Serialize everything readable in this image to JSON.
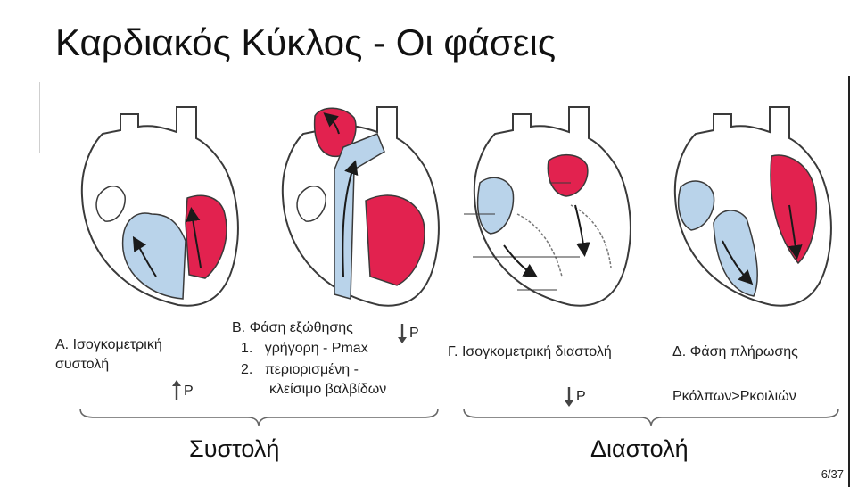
{
  "slide": {
    "title": "Καρδιακός Κύκλος - Οι φάσεις",
    "page_number": "6/37"
  },
  "phases": {
    "a": {
      "label_line1": "Α. Ισογκομετρική",
      "label_line2": "συστολή",
      "pressure": "P",
      "pressure_direction": "up"
    },
    "b": {
      "label": "Β. Φάση εξώθησης",
      "pressure": "P",
      "pressure_direction": "down",
      "steps": [
        {
          "num": "1.",
          "text": "γρήγορη - Pmax"
        },
        {
          "num": "2.",
          "text": "περιορισμένη -"
        }
      ],
      "step2_cont": "κλείσιμο βαλβίδων"
    },
    "c": {
      "label": "Γ. Ισογκομετρική διαστολή",
      "pressure": "P",
      "pressure_direction": "down"
    },
    "d": {
      "label": "Δ. Φάση πλήρωσης",
      "note": "Ρκόλπων>Ρκοιλιών"
    }
  },
  "groups": {
    "systole": "Συστολή",
    "diastole": "Διαστολή"
  },
  "colors": {
    "oxygenated": "#e2224f",
    "deoxygenated": "#b9d3ea",
    "outline": "#3a3a3a"
  }
}
